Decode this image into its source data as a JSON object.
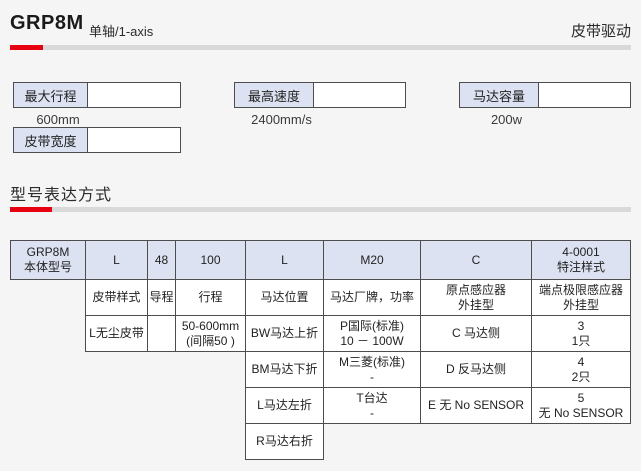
{
  "header": {
    "model": "GRP8M",
    "axis_label": "单轴/1-axis",
    "drive_type": "皮带驱动"
  },
  "specs": {
    "max_stroke": {
      "label": "最大行程",
      "value": "600mm"
    },
    "max_speed": {
      "label": "最高速度",
      "value": "2400mm/s"
    },
    "motor_capacity": {
      "label": "马达容量",
      "value": "200w"
    },
    "belt_width": {
      "label": "皮带宽度",
      "value": ""
    }
  },
  "section": {
    "title": "型号表达方式"
  },
  "model_table": {
    "columns": [
      {
        "code": "GRP8M\n本体型号",
        "category": "",
        "options": []
      },
      {
        "code": "L",
        "category": "皮带样式",
        "options": [
          "L无尘皮带"
        ]
      },
      {
        "code": "48",
        "category": "导程",
        "options": [
          ""
        ]
      },
      {
        "code": "100",
        "category": "行程",
        "options": [
          "50-600mm\n(间隔50 )"
        ]
      },
      {
        "code": "L",
        "category": "马达位置",
        "options": [
          "BW马达上折",
          "BM马达下折",
          "L马达左折",
          "R马达右折"
        ]
      },
      {
        "code": "M20",
        "category": "马达厂牌，功率",
        "options": [
          "P国际(标准)\n10 － 100W",
          "M三菱(标准)\n-",
          "T台达\n-"
        ]
      },
      {
        "code": "C",
        "category": "原点感应器\n外挂型",
        "options": [
          "C 马达侧",
          "D 反马达侧",
          "E 无 No SENSOR"
        ]
      },
      {
        "code": "4-0001\n特注样式",
        "category": "端点极限感应器\n外挂型",
        "options": [
          "3\n1只",
          "4\n2只",
          "5\n无 No SENSOR"
        ]
      }
    ]
  },
  "colors": {
    "accent_red": "#e60012",
    "bar_gray": "#d9d9d9",
    "header_cell_bg": "#dce2f1",
    "table_border": "#4d4d4d",
    "page_bg": "#f5f5f5"
  }
}
